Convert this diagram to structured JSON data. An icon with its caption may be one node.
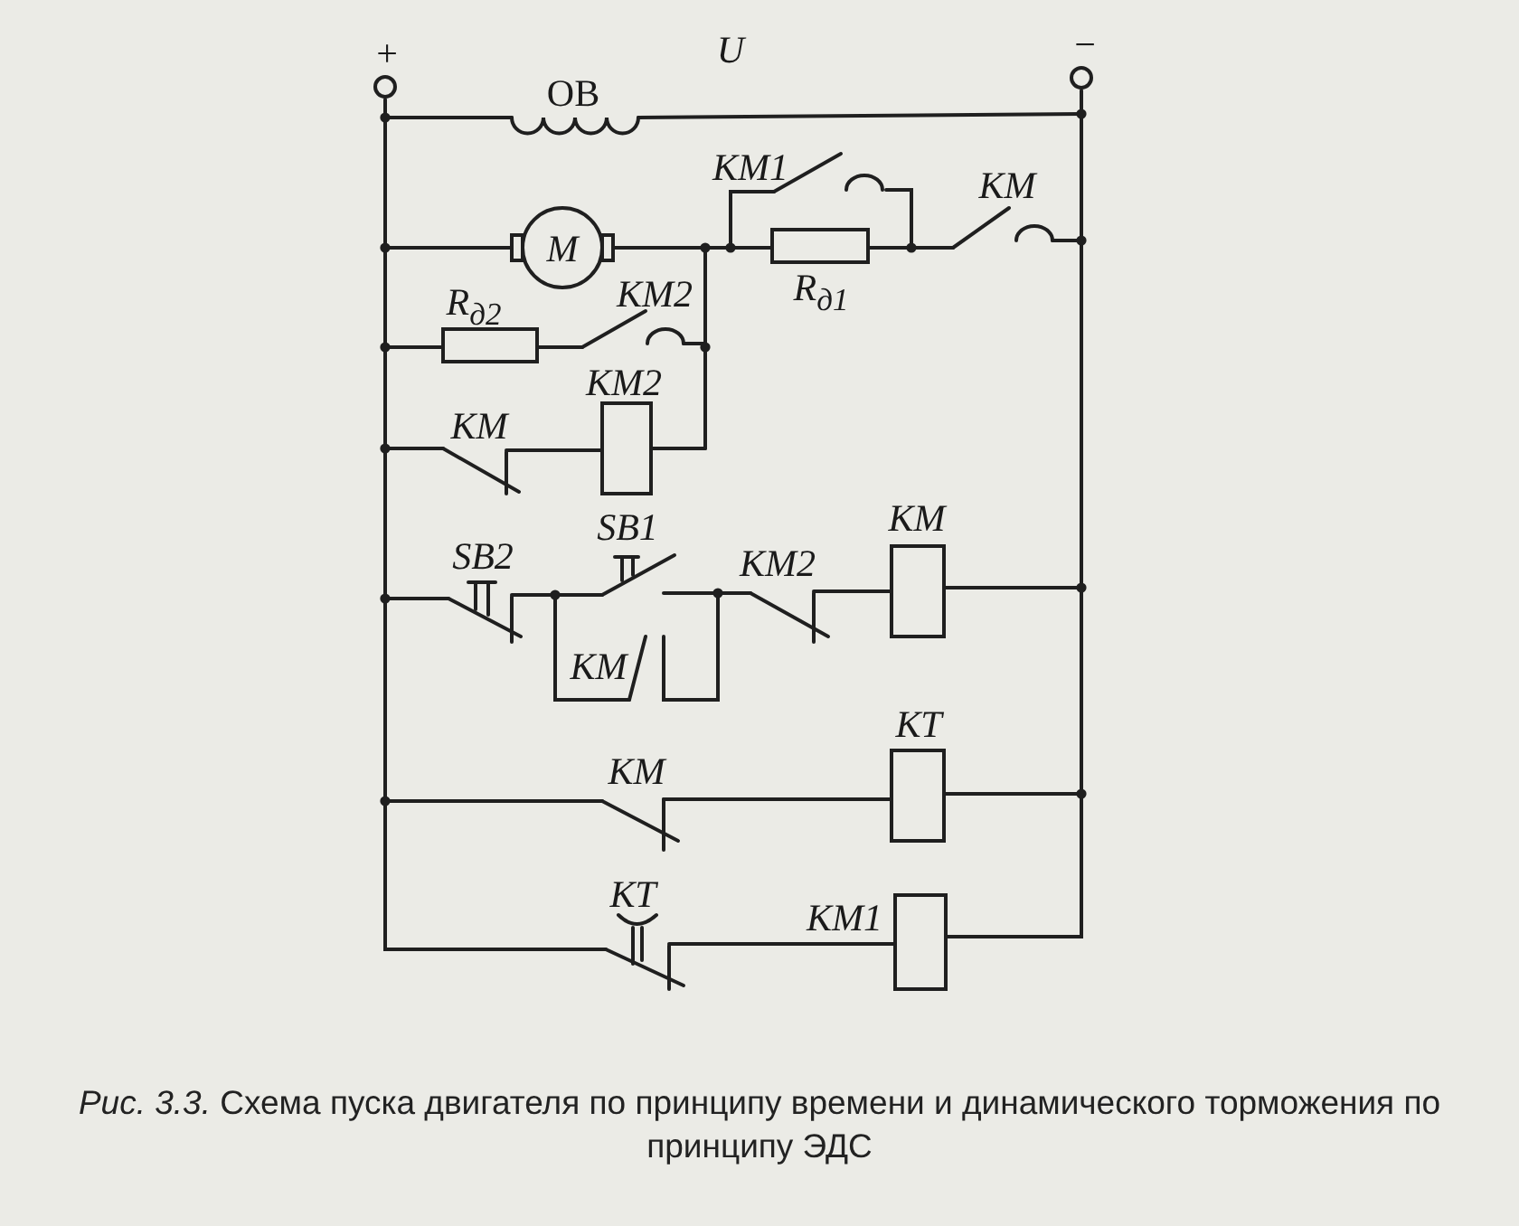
{
  "diagram": {
    "caption": "*Рис. 3.3.* Схема пуска двигателя по принципу времени и динамического торможения по принципу ЭДС",
    "labels": [
      "+",
      "U",
      "−",
      "ОВ",
      "КМ1",
      "КМ",
      "М",
      "R$_{д2}$",
      "КМ2",
      "R$_{д1}$",
      "КМ2",
      "КМ",
      "SB2",
      "SB1",
      "КМ2",
      "КМ",
      "КМ",
      "КТ",
      "КМ",
      "КТ",
      "КМ1"
    ]
  }
}
